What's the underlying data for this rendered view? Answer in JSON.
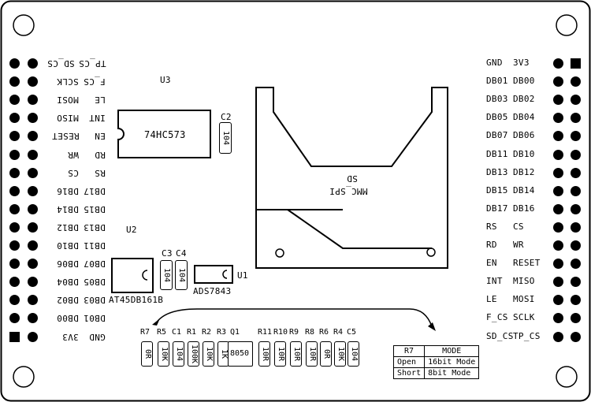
{
  "left_header": {
    "col1": "SD_CS",
    "col2": "TP_CS"
  },
  "left_rows": [
    [
      "F_CS",
      "SCLK"
    ],
    [
      "LE",
      "MOSI"
    ],
    [
      "INT",
      "MISO"
    ],
    [
      "EN",
      "RESET"
    ],
    [
      "RD",
      "WR"
    ],
    [
      "RS",
      "CS"
    ],
    [
      "DB17",
      "DB16"
    ],
    [
      "DB15",
      "DB14"
    ],
    [
      "DB13",
      "DB12"
    ],
    [
      "DB11",
      "DB10"
    ],
    [
      "DB07",
      "DB06"
    ],
    [
      "DB05",
      "DB04"
    ],
    [
      "DB03",
      "DB02"
    ],
    [
      "DB01",
      "DB00"
    ],
    [
      "GND",
      "3V3"
    ]
  ],
  "right_rows": [
    [
      "GND",
      "3V3"
    ],
    [
      "DB01",
      "DB00"
    ],
    [
      "DB03",
      "DB02"
    ],
    [
      "DB05",
      "DB04"
    ],
    [
      "DB07",
      "DB06"
    ],
    [
      "DB11",
      "DB10"
    ],
    [
      "DB13",
      "DB12"
    ],
    [
      "DB15",
      "DB14"
    ],
    [
      "DB17",
      "DB16"
    ],
    [
      "RS",
      "CS"
    ],
    [
      "RD",
      "WR"
    ],
    [
      "EN",
      "RESET"
    ],
    [
      "INT",
      "MISO"
    ],
    [
      "LE",
      "MOSI"
    ],
    [
      "F_CS",
      "SCLK"
    ],
    [
      "SD_CS",
      "TP_CS"
    ]
  ],
  "components": {
    "u3_ref": "U3",
    "u3_part": "74HC573",
    "c2_ref": "C2",
    "c2_value": "104",
    "u2_ref": "U2",
    "u2_part": "AT45DB161B",
    "c3_ref": "C3",
    "c3_value": "104",
    "c4_ref": "C4",
    "c4_value": "104",
    "u1_ref": "U1",
    "u1_part": "ADS7843",
    "sd_label1": "SD",
    "sd_label2": "MMC_SPI"
  },
  "bottom_parts": [
    {
      "ref": "R7",
      "value": "0R"
    },
    {
      "ref": "R5",
      "value": "10K"
    },
    {
      "ref": "C1",
      "value": "104"
    },
    {
      "ref": "R1",
      "value": "100K"
    },
    {
      "ref": "R2",
      "value": "10K"
    },
    {
      "ref": "R3",
      "value": "1K"
    },
    {
      "ref": "Q1",
      "value": "8050"
    },
    {
      "ref": "R11",
      "value": "10R"
    },
    {
      "ref": "R10",
      "value": "10R"
    },
    {
      "ref": "R9",
      "value": "10R"
    },
    {
      "ref": "R8",
      "value": "10R"
    },
    {
      "ref": "R6",
      "value": "0R"
    },
    {
      "ref": "R4",
      "value": "10K"
    },
    {
      "ref": "C5",
      "value": "104"
    }
  ],
  "mode_table": {
    "header": [
      "R7",
      "MODE"
    ],
    "rows": [
      [
        "Open",
        "16bit Mode"
      ],
      [
        "Short",
        "8bit Mode"
      ]
    ]
  }
}
